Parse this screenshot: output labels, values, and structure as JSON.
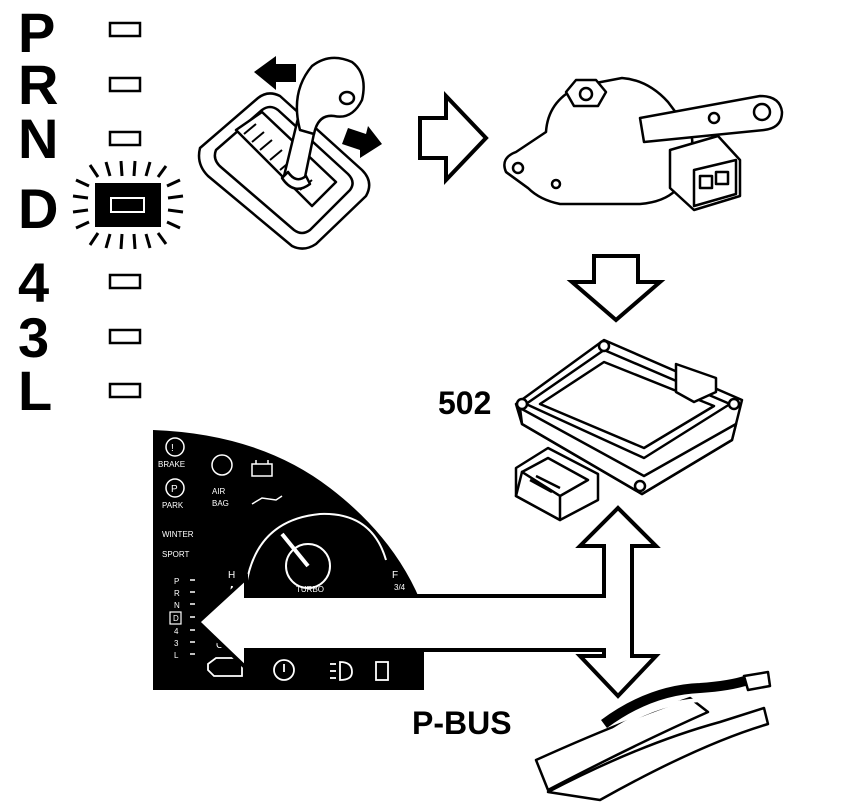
{
  "gear_positions": [
    "P",
    "R",
    "N",
    "D",
    "4",
    "3",
    "L"
  ],
  "active_gear": "D",
  "module_label": "502",
  "bus_label": "P-BUS",
  "cluster": {
    "warning_labels": [
      {
        "text": "BRAKE",
        "icon": "brake-warning-icon"
      },
      {
        "text": "PARK",
        "icon": "parking-brake-icon"
      },
      {
        "text": "AIR\nBAG",
        "icon": "airbag-icon"
      }
    ],
    "mode_labels": [
      "WINTER",
      "SPORT"
    ],
    "gear_column": [
      "P",
      "R",
      "N",
      "D",
      "4",
      "3",
      "L"
    ],
    "temp_high": "H",
    "temp_low": "C",
    "fuel_full": "F",
    "fuel_fraction": "3/4",
    "gauge_center_text": "TURBO",
    "bottom_icons": [
      "check-engine-icon",
      "tpms-icon",
      "headlight-icon",
      "fuel-icon"
    ]
  },
  "colors": {
    "ink": "#000000",
    "paper": "#ffffff"
  }
}
